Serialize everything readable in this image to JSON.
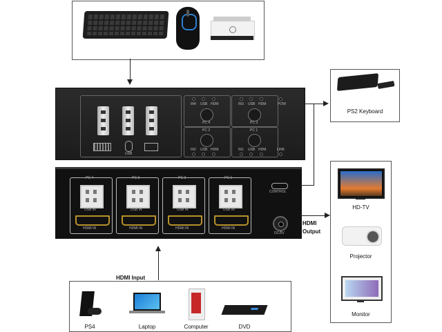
{
  "labels": {
    "ps2_keyboard": "PS2 Keyboard",
    "hdtv": "HD-TV",
    "projector": "Projector",
    "monitor": "Monitor",
    "hdmi_input": "HDMI Input",
    "hdmi_output_line1": "HDMI",
    "hdmi_output_line2": "Output",
    "ps4": "PS4",
    "laptop": "Laptop",
    "computer": "Computer",
    "dvd": "DVD"
  },
  "front_panel": {
    "usb_label": "USB",
    "pow": "POW",
    "link": "LINK",
    "groups": [
      {
        "pc": "PC 4",
        "leds": [
          "IN4",
          "USB",
          "HDM"
        ]
      },
      {
        "pc": "PC 3",
        "leds": [
          "IN3",
          "USB",
          "HDM"
        ]
      },
      {
        "pc": "PC 2",
        "leds": [
          "IN2",
          "USB",
          "HDM"
        ]
      },
      {
        "pc": "PC 1",
        "leds": [
          "IN1",
          "USB",
          "HDM"
        ]
      }
    ]
  },
  "back_panel": {
    "ports": [
      {
        "pc": "PC 4",
        "usb": "USB IN",
        "hdmi": "HDMI IN"
      },
      {
        "pc": "PC 3",
        "usb": "USB IN",
        "hdmi": "HDMI IN"
      },
      {
        "pc": "PC 2",
        "usb": "USB IN",
        "hdmi": "HDMI IN"
      },
      {
        "pc": "PC 1",
        "usb": "USB IN",
        "hdmi": "HDMI IN"
      }
    ],
    "control": "CONTROL",
    "dc": "DC/5V"
  },
  "colors": {
    "panel": "#222222",
    "hdmi_gold": "#b8912b",
    "usb_blue": "#4aa3df"
  },
  "icons": [
    "keyboard-icon",
    "mouse-icon",
    "printer-icon",
    "tv-icon",
    "projector-icon",
    "monitor-icon",
    "ps4-icon",
    "laptop-icon",
    "computer-icon",
    "dvd-icon"
  ]
}
